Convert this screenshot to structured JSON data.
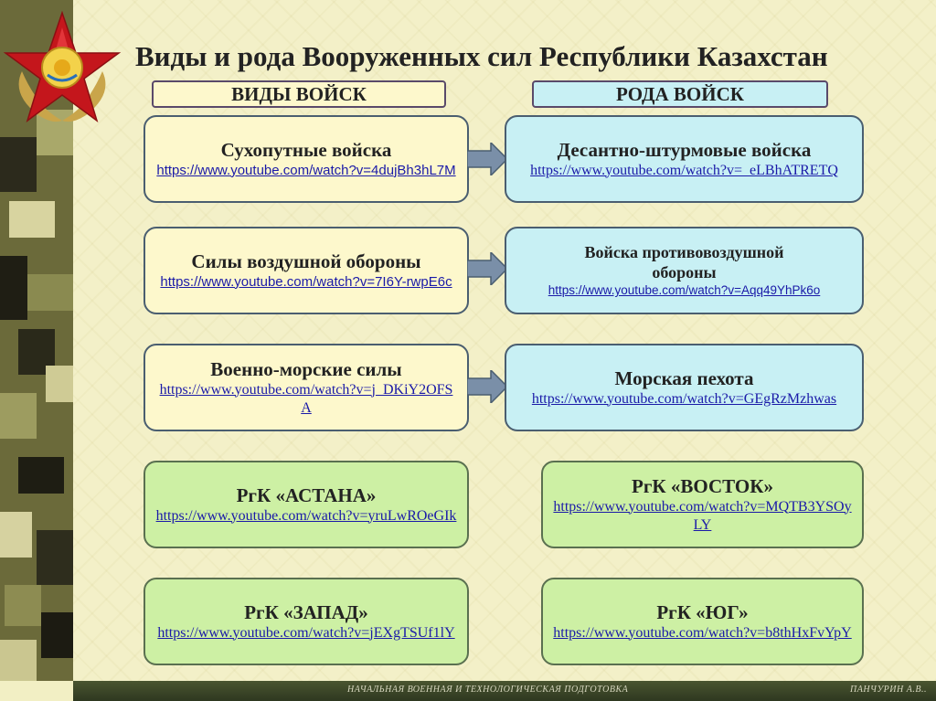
{
  "title": "Виды и рода Вооруженных сил Республики Казахстан",
  "headers": {
    "left": "ВИДЫ ВОЙСК",
    "right": "РОДА ВОЙСК"
  },
  "types": [
    {
      "name": "Сухопутные войска",
      "link": "https://www.youtube.com/watch?v=4dujBh3hL7M"
    },
    {
      "name": "Силы воздушной обороны",
      "link": "https://www.youtube.com/watch?v=7I6Y-rwpE6c"
    },
    {
      "name": "Военно-морские силы",
      "link": "https://www.youtube.com/watch?v=j_DKiY2OFSA"
    }
  ],
  "branches": [
    {
      "name": "Десантно-штурмовые войска",
      "link": "https://www.youtube.com/watch?v=_eLBhATRETQ"
    },
    {
      "name": "Войска противовоздушной обороны",
      "link": "https://www.youtube.com/watch?v=Aqq49YhPk6o"
    },
    {
      "name": "Морская пехота",
      "link": "https://www.youtube.com/watch?v=GEgRzMzhwas"
    }
  ],
  "commands": [
    {
      "name": "РгК «АСТАНА»",
      "link": "https://www.youtube.com/watch?v=yruLwROeGIk"
    },
    {
      "name": "РгК «ВОСТОК»",
      "link": "https://www.youtube.com/watch?v=MQTB3YSOyLY"
    },
    {
      "name": "РгК «ЗАПАД»",
      "link": "https://www.youtube.com/watch?v=jEXgTSUf1lY"
    },
    {
      "name": "РгК «ЮГ»",
      "link": "https://www.youtube.com/watch?v=b8thHxFvYpY"
    }
  ],
  "footer": {
    "left": "НАЧАЛЬНАЯ ВОЕННАЯ И ТЕХНОЛОГИЧЕСКАЯ ПОДГОТОВКА",
    "right": "ПАНЧУРИН А.В.."
  },
  "colors": {
    "box_yellow": "#fdf8cc",
    "box_cyan": "#c8f0f4",
    "box_green": "#cdf0a4",
    "link": "#1a1aa8",
    "star_red": "#c4161c"
  }
}
